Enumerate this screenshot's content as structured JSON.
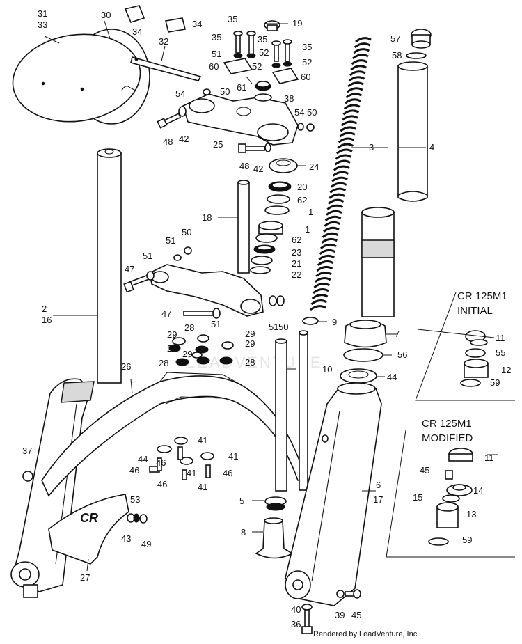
{
  "inset_initial": {
    "title_line1": "CR 125M1",
    "title_line2": "INITIAL"
  },
  "inset_modified": {
    "title_line1": "CR 125M1",
    "title_line2": "MODIFIED"
  },
  "credit": "Rendered by LeadVenture, Inc.",
  "watermark": "LEADVENTURE",
  "callouts": [
    {
      "id": "c31",
      "text": "31"
    },
    {
      "id": "c33",
      "text": "33"
    },
    {
      "id": "c30",
      "text": "30"
    },
    {
      "id": "c34a",
      "text": "34"
    },
    {
      "id": "c34b",
      "text": "34"
    },
    {
      "id": "c32",
      "text": "32"
    },
    {
      "id": "c35a",
      "text": "35"
    },
    {
      "id": "c19",
      "text": "19"
    },
    {
      "id": "c35b",
      "text": "35"
    },
    {
      "id": "c35c",
      "text": "35"
    },
    {
      "id": "c35d",
      "text": "35"
    },
    {
      "id": "c51a",
      "text": "51"
    },
    {
      "id": "c52a",
      "text": "52"
    },
    {
      "id": "c52b",
      "text": "52"
    },
    {
      "id": "c60a",
      "text": "60"
    },
    {
      "id": "c52c",
      "text": "52"
    },
    {
      "id": "c60b",
      "text": "60"
    },
    {
      "id": "c61",
      "text": "61"
    },
    {
      "id": "c54a",
      "text": "54"
    },
    {
      "id": "c50a",
      "text": "50"
    },
    {
      "id": "c38",
      "text": "38"
    },
    {
      "id": "c54b",
      "text": "54"
    },
    {
      "id": "c50b",
      "text": "50"
    },
    {
      "id": "c48a",
      "text": "48"
    },
    {
      "id": "c42a",
      "text": "42"
    },
    {
      "id": "c25",
      "text": "25"
    },
    {
      "id": "c48b",
      "text": "48"
    },
    {
      "id": "c42b",
      "text": "42"
    },
    {
      "id": "c24",
      "text": "24"
    },
    {
      "id": "c57",
      "text": "57"
    },
    {
      "id": "c58",
      "text": "58"
    },
    {
      "id": "c3",
      "text": "3"
    },
    {
      "id": "c4",
      "text": "4"
    },
    {
      "id": "c20",
      "text": "20"
    },
    {
      "id": "c62a",
      "text": "62"
    },
    {
      "id": "c1a",
      "text": "1"
    },
    {
      "id": "c18",
      "text": "18"
    },
    {
      "id": "c1b",
      "text": "1"
    },
    {
      "id": "c62b",
      "text": "62"
    },
    {
      "id": "c23",
      "text": "23"
    },
    {
      "id": "c21",
      "text": "21"
    },
    {
      "id": "c22",
      "text": "22"
    },
    {
      "id": "c50c",
      "text": "50"
    },
    {
      "id": "c51b",
      "text": "51"
    },
    {
      "id": "c47a",
      "text": "47"
    },
    {
      "id": "c51c",
      "text": "51"
    },
    {
      "id": "c2",
      "text": "2"
    },
    {
      "id": "c16",
      "text": "16"
    },
    {
      "id": "c47b",
      "text": "47"
    },
    {
      "id": "c51d",
      "text": "51"
    },
    {
      "id": "c51e",
      "text": "51"
    },
    {
      "id": "c50d",
      "text": "50"
    },
    {
      "id": "c9",
      "text": "9"
    },
    {
      "id": "c7",
      "text": "7"
    },
    {
      "id": "c11a",
      "text": "11"
    },
    {
      "id": "c55",
      "text": "55"
    },
    {
      "id": "c12",
      "text": "12"
    },
    {
      "id": "c59a",
      "text": "59"
    },
    {
      "id": "c29a",
      "text": "29"
    },
    {
      "id": "c28a",
      "text": "28"
    },
    {
      "id": "c29b",
      "text": "29"
    },
    {
      "id": "c28b",
      "text": "28"
    },
    {
      "id": "c29c",
      "text": "29"
    },
    {
      "id": "c29d",
      "text": "29"
    },
    {
      "id": "c28c",
      "text": "28"
    },
    {
      "id": "c28d",
      "text": "28"
    },
    {
      "id": "c56",
      "text": "56"
    },
    {
      "id": "c10",
      "text": "10"
    },
    {
      "id": "c44a",
      "text": "44"
    },
    {
      "id": "c26",
      "text": "26"
    },
    {
      "id": "c11b",
      "text": "11"
    },
    {
      "id": "c41a",
      "text": "41"
    },
    {
      "id": "c44b",
      "text": "44"
    },
    {
      "id": "c46a",
      "text": "46"
    },
    {
      "id": "c41b",
      "text": "41"
    },
    {
      "id": "c46b",
      "text": "46"
    },
    {
      "id": "c41c",
      "text": "41"
    },
    {
      "id": "c37",
      "text": "37"
    },
    {
      "id": "c46c",
      "text": "46"
    },
    {
      "id": "c41d",
      "text": "41"
    },
    {
      "id": "c46d",
      "text": "46"
    },
    {
      "id": "c45a",
      "text": "45"
    },
    {
      "id": "c14",
      "text": "14"
    },
    {
      "id": "c6",
      "text": "6"
    },
    {
      "id": "c17",
      "text": "17"
    },
    {
      "id": "c15",
      "text": "15"
    },
    {
      "id": "c13",
      "text": "13"
    },
    {
      "id": "c59b",
      "text": "59"
    },
    {
      "id": "c5",
      "text": "5"
    },
    {
      "id": "c53",
      "text": "53"
    },
    {
      "id": "c43",
      "text": "43"
    },
    {
      "id": "c49",
      "text": "49"
    },
    {
      "id": "c8",
      "text": "8"
    },
    {
      "id": "c27",
      "text": "27"
    },
    {
      "id": "c40",
      "text": "40"
    },
    {
      "id": "c39",
      "text": "39"
    },
    {
      "id": "c45b",
      "text": "45"
    },
    {
      "id": "c36",
      "text": "36"
    }
  ]
}
